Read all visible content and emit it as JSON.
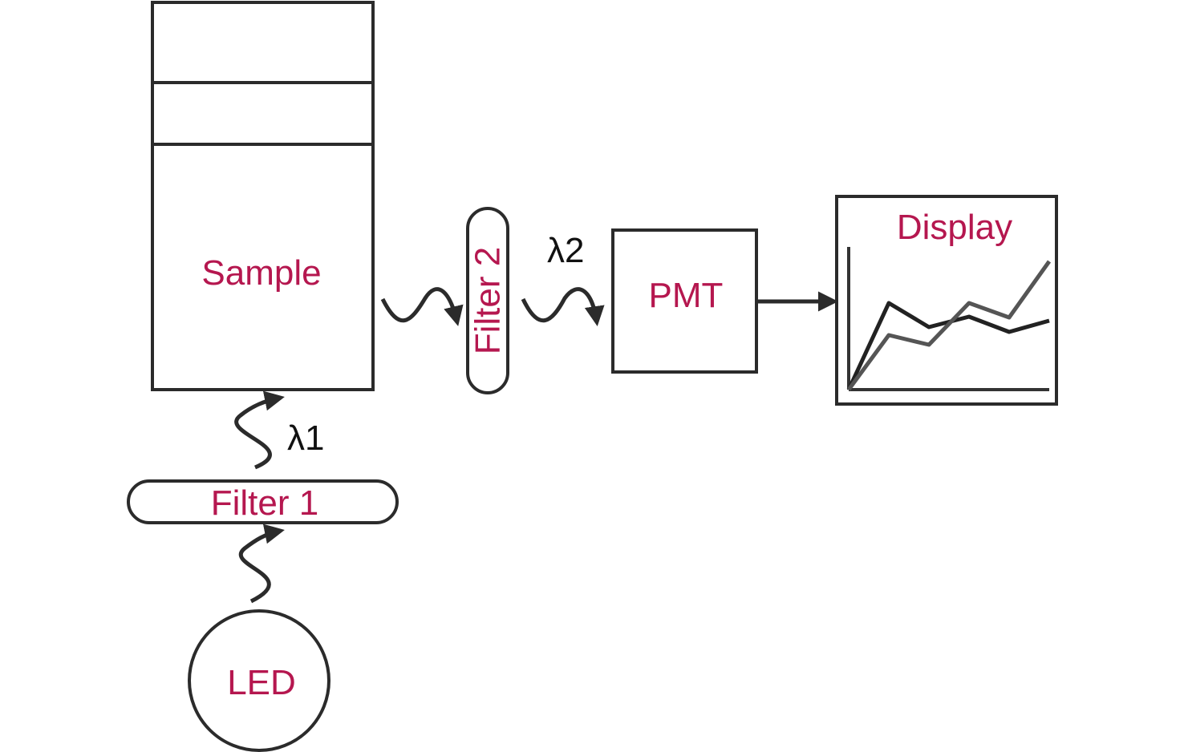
{
  "diagram": {
    "label_color": "#b5174f",
    "line_color": "#2b2b2b",
    "components": {
      "sample": "Sample",
      "filter1": "Filter 1",
      "filter2": "Filter 2",
      "pmt": "PMT",
      "display": "Display",
      "led": "LED"
    },
    "wavelengths": {
      "excitation": "λ1",
      "emission": "λ2"
    }
  }
}
